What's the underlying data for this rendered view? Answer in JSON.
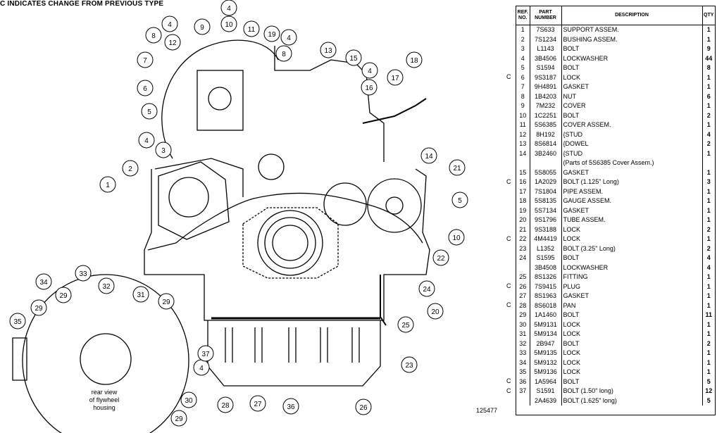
{
  "header": "C INDICATES CHANGE FROM PREVIOUS TYPE",
  "inset_label": [
    "rear view",
    "of flywheel",
    "housing"
  ],
  "drawing_number": "125477",
  "balloons": [
    "1",
    "2",
    "3",
    "4",
    "4",
    "4",
    "4",
    "4",
    "4",
    "5",
    "5",
    "6",
    "7",
    "8",
    "8",
    "9",
    "10",
    "10",
    "11",
    "12",
    "13",
    "14",
    "15",
    "16",
    "17",
    "18",
    "19",
    "20",
    "21",
    "22",
    "23",
    "24",
    "25",
    "26",
    "27",
    "28",
    "29",
    "29",
    "29",
    "29",
    "30",
    "31",
    "32",
    "33",
    "34",
    "35",
    "36",
    "37"
  ],
  "table_headers": {
    "ref": "REF. NO.",
    "part": "PART NUMBER",
    "desc": "DESCRIPTION",
    "qty": "QTY"
  },
  "parts": [
    {
      "ref": "1",
      "pn": "7S633",
      "desc": "SUPPORT ASSEM.",
      "qty": "1",
      "chg": ""
    },
    {
      "ref": "2",
      "pn": "7S1234",
      "desc": "BUSHING ASSEM.",
      "qty": "1",
      "chg": ""
    },
    {
      "ref": "3",
      "pn": "L1143",
      "desc": "BOLT",
      "qty": "9",
      "chg": ""
    },
    {
      "ref": "4",
      "pn": "3B4506",
      "desc": "LOCKWASHER",
      "qty": "44",
      "chg": ""
    },
    {
      "ref": "5",
      "pn": "S1594",
      "desc": "BOLT",
      "qty": "8",
      "chg": ""
    },
    {
      "ref": "6",
      "pn": "9S3187",
      "desc": "LOCK",
      "qty": "1",
      "chg": "C"
    },
    {
      "ref": "7",
      "pn": "9H4891",
      "desc": "GASKET",
      "qty": "1",
      "chg": ""
    },
    {
      "ref": "8",
      "pn": "1B4203",
      "desc": "NUT",
      "qty": "6",
      "chg": ""
    },
    {
      "ref": "9",
      "pn": "7M232",
      "desc": "COVER",
      "qty": "1",
      "chg": ""
    },
    {
      "ref": "10",
      "pn": "1C2251",
      "desc": "BOLT",
      "qty": "2",
      "chg": ""
    },
    {
      "ref": "11",
      "pn": "5S6385",
      "desc": "COVER ASSEM.",
      "qty": "1",
      "chg": ""
    },
    {
      "ref": "12",
      "pn": "8H192",
      "desc": "{STUD",
      "qty": "4",
      "chg": ""
    },
    {
      "ref": "13",
      "pn": "8S6814",
      "desc": "{DOWEL",
      "qty": "2",
      "chg": ""
    },
    {
      "ref": "14",
      "pn": "3B2460",
      "desc": "{STUD",
      "qty": "1",
      "chg": ""
    },
    {
      "ref": "",
      "pn": "",
      "desc": "(Parts of 5S6385 Cover Assem.)",
      "qty": "",
      "chg": ""
    },
    {
      "ref": "15",
      "pn": "5S8055",
      "desc": "GASKET",
      "qty": "1",
      "chg": ""
    },
    {
      "ref": "16",
      "pn": "1A2029",
      "desc": "BOLT (1.125\" Long)",
      "qty": "3",
      "chg": "C"
    },
    {
      "ref": "17",
      "pn": "7S1804",
      "desc": "PIPE ASSEM.",
      "qty": "1",
      "chg": ""
    },
    {
      "ref": "18",
      "pn": "5S8135",
      "desc": "GAUGE ASSEM.",
      "qty": "1",
      "chg": ""
    },
    {
      "ref": "19",
      "pn": "5S7134",
      "desc": "GASKET",
      "qty": "1",
      "chg": ""
    },
    {
      "ref": "20",
      "pn": "9S1796",
      "desc": "TUBE ASSEM.",
      "qty": "1",
      "chg": ""
    },
    {
      "ref": "21",
      "pn": "9S3188",
      "desc": "LOCK",
      "qty": "2",
      "chg": ""
    },
    {
      "ref": "22",
      "pn": "4M4419",
      "desc": "LOCK",
      "qty": "1",
      "chg": "C"
    },
    {
      "ref": "23",
      "pn": "L1352",
      "desc": "BOLT (3.25\" Long)",
      "qty": "2",
      "chg": ""
    },
    {
      "ref": "24",
      "pn": "S1595",
      "desc": "BOLT",
      "qty": "4",
      "chg": ""
    },
    {
      "ref": "",
      "pn": "3B4508",
      "desc": "LOCKWASHER",
      "qty": "4",
      "chg": ""
    },
    {
      "ref": "25",
      "pn": "8S1326",
      "desc": "FITTING",
      "qty": "1",
      "chg": ""
    },
    {
      "ref": "26",
      "pn": "7S9415",
      "desc": "PLUG",
      "qty": "1",
      "chg": "C"
    },
    {
      "ref": "27",
      "pn": "8S1963",
      "desc": "GASKET",
      "qty": "1",
      "chg": ""
    },
    {
      "ref": "28",
      "pn": "8S6018",
      "desc": "PAN",
      "qty": "1",
      "chg": "C"
    },
    {
      "ref": "29",
      "pn": "1A1460",
      "desc": "BOLT",
      "qty": "11",
      "chg": ""
    },
    {
      "ref": "30",
      "pn": "5M9131",
      "desc": "LOCK",
      "qty": "1",
      "chg": ""
    },
    {
      "ref": "31",
      "pn": "5M9134",
      "desc": "LOCK",
      "qty": "1",
      "chg": ""
    },
    {
      "ref": "32",
      "pn": "2B947",
      "desc": "BOLT",
      "qty": "2",
      "chg": ""
    },
    {
      "ref": "33",
      "pn": "5M9135",
      "desc": "LOCK",
      "qty": "1",
      "chg": ""
    },
    {
      "ref": "34",
      "pn": "5M9132",
      "desc": "LOCK",
      "qty": "1",
      "chg": ""
    },
    {
      "ref": "35",
      "pn": "5M9136",
      "desc": "LOCK",
      "qty": "1",
      "chg": ""
    },
    {
      "ref": "36",
      "pn": "1A5964",
      "desc": "BOLT",
      "qty": "5",
      "chg": "C"
    },
    {
      "ref": "37",
      "pn": "S1591",
      "desc": "BOLT (1.50\" long)",
      "qty": "12",
      "chg": "C"
    },
    {
      "ref": "",
      "pn": "2A4639",
      "desc": "BOLT (1.625\" long)",
      "qty": "5",
      "chg": ""
    }
  ]
}
